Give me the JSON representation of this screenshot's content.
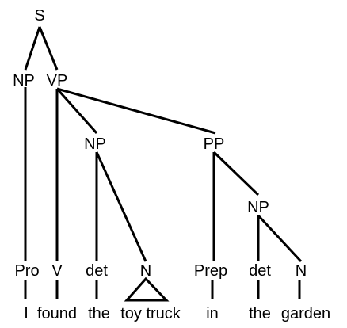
{
  "nodes": {
    "s": "S",
    "np_subject": "NP",
    "vp": "VP",
    "np_object": "NP",
    "pp": "PP",
    "np_pp": "NP",
    "pro": "Pro",
    "v": "V",
    "det_1": "det",
    "n_1": "N",
    "prep": "Prep",
    "det_2": "det",
    "n_2": "N"
  },
  "words": {
    "pronoun": "I",
    "verb": "found",
    "det_1": "the",
    "noun_phrase_1": "toy truck",
    "prep": "in",
    "det_2": "the",
    "noun_2": "garden"
  },
  "colors": {
    "line": "#000000",
    "text": "#000000",
    "background": "#ffffff"
  }
}
